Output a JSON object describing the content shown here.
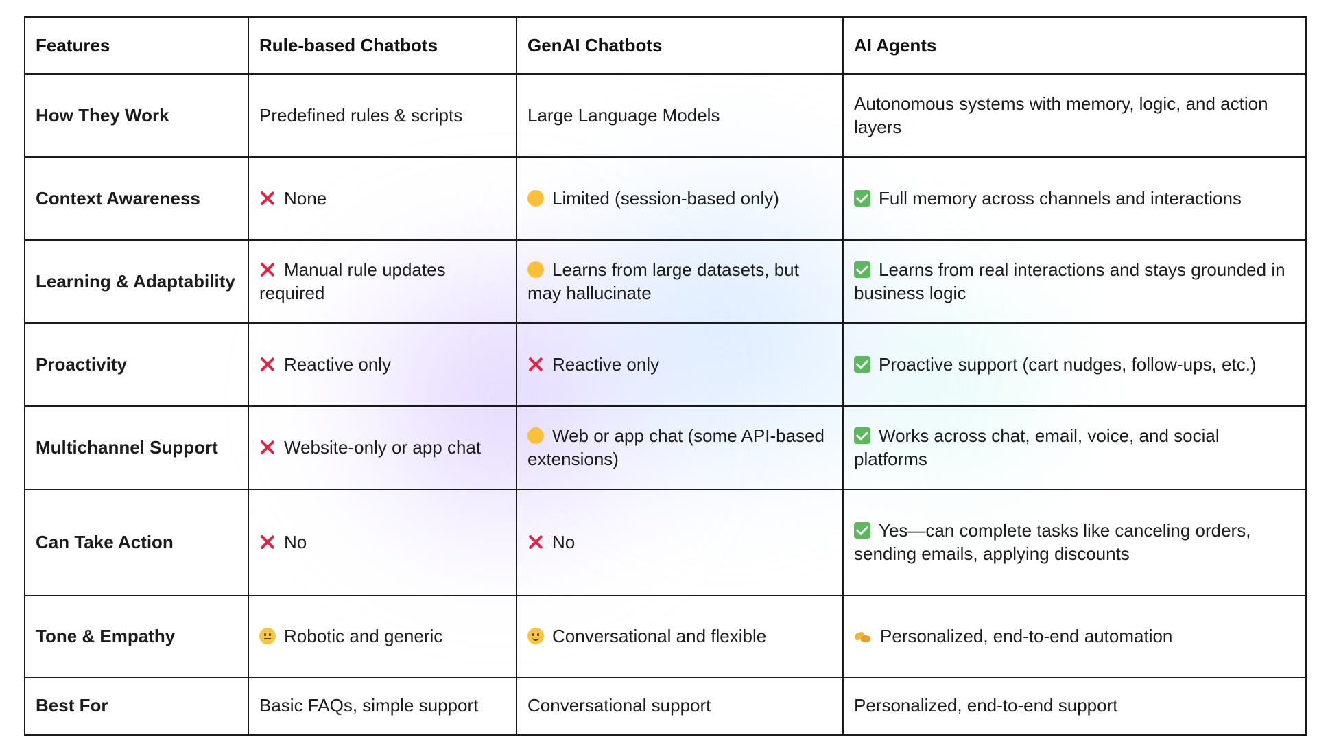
{
  "columns": [
    "Features",
    "Rule-based Chatbots",
    "GenAI Chatbots",
    "AI Agents"
  ],
  "rows": [
    {
      "feature": "How They Work",
      "cells": [
        {
          "icon": "",
          "text": "Predefined rules & scripts"
        },
        {
          "icon": "",
          "text": "Large Language Models"
        },
        {
          "icon": "",
          "text": "Autonomous systems with memory, logic, and action layers"
        }
      ]
    },
    {
      "feature": "Context Awareness",
      "cells": [
        {
          "icon": "cross-icon",
          "text": "None"
        },
        {
          "icon": "yellow-circle-icon",
          "text": "Limited (session-based only)"
        },
        {
          "icon": "check-mark-icon",
          "text": "Full memory across channels and interactions"
        }
      ]
    },
    {
      "feature": "Learning & Adaptability",
      "cells": [
        {
          "icon": "cross-icon",
          "text": "Manual rule updates required"
        },
        {
          "icon": "yellow-circle-icon",
          "text": "Learns from large datasets, but may hallucinate"
        },
        {
          "icon": "check-mark-icon",
          "text": "Learns from real interactions and stays grounded in business logic"
        }
      ]
    },
    {
      "feature": "Proactivity",
      "cells": [
        {
          "icon": "cross-icon",
          "text": "Reactive only"
        },
        {
          "icon": "cross-icon",
          "text": "Reactive only"
        },
        {
          "icon": "check-mark-icon",
          "text": "Proactive support (cart nudges, follow-ups, etc.)"
        }
      ]
    },
    {
      "feature": "Multichannel Support",
      "cells": [
        {
          "icon": "cross-icon",
          "text": "Website-only or app chat"
        },
        {
          "icon": "yellow-circle-icon",
          "text": "Web or app chat (some API-based extensions)"
        },
        {
          "icon": "check-mark-icon",
          "text": "Works across chat, email, voice, and social platforms"
        }
      ]
    },
    {
      "feature": "Can Take Action",
      "cells": [
        {
          "icon": "cross-icon",
          "text": "No"
        },
        {
          "icon": "cross-icon",
          "text": "No"
        },
        {
          "icon": "check-mark-icon",
          "text": "Yes—can complete tasks like canceling orders, sending emails, applying discounts"
        }
      ]
    },
    {
      "feature": "Tone & Empathy",
      "cells": [
        {
          "icon": "neutral-face-icon",
          "text": "Robotic and generic"
        },
        {
          "icon": "smiling-face-icon",
          "text": "Conversational and flexible"
        },
        {
          "icon": "handshake-icon",
          "text": "Personalized, end-to-end automation"
        }
      ]
    },
    {
      "feature": "Best For",
      "cells": [
        {
          "icon": "",
          "text": "Basic FAQs, simple support"
        },
        {
          "icon": "",
          "text": "Conversational support"
        },
        {
          "icon": "",
          "text": "Personalized, end-to-end support"
        }
      ]
    }
  ]
}
